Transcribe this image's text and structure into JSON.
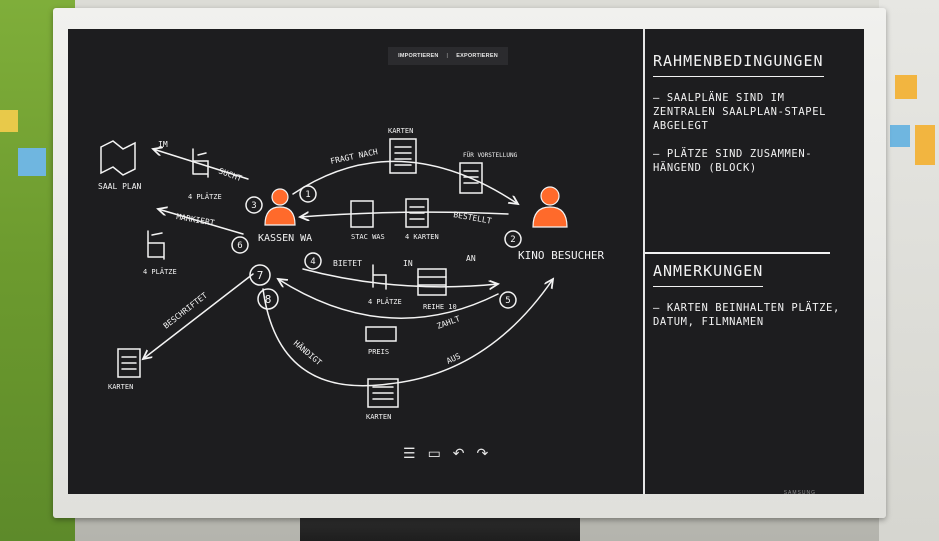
{
  "toolbar": {
    "import_label": "IMPORTIEREN",
    "separator": "|",
    "export_label": "EXPORTIEREN"
  },
  "diagram": {
    "actors": {
      "cashier": "KASSEN WA",
      "cinema_visitor": "KINO BESUCHER"
    },
    "objects": {
      "seating_plan": "SAAL PLAN",
      "chair_4_seats": "4 PLÄTZE",
      "chair_4_seats_left": "4 PLÄTZE",
      "tickets_top": "KARTEN",
      "for_showing": "FÜR VORSTELLUNG",
      "stack_tickets": "STAC WAS",
      "tickets_4": "4 KARTEN",
      "seats_4_center": "4 PLÄTZE",
      "row_10": "REIHE 10",
      "price": "PREIS",
      "tickets_bottom": "KARTEN",
      "tickets_left": "KARTEN"
    },
    "edges": [
      {
        "num": "1",
        "label": "FRAGT NACH"
      },
      {
        "num": "2",
        "label": "BESTELLT"
      },
      {
        "num": "3",
        "label": "SUCHT"
      },
      {
        "num": "4",
        "label": "BIETET"
      },
      {
        "num": "5",
        "label": "ZAHLT"
      },
      {
        "num": "6",
        "label": "MARKIERT"
      },
      {
        "num": "7",
        "label": "BESCHRIFTET"
      },
      {
        "num": "8",
        "label": "HÄNDIGT"
      }
    ],
    "words": {
      "im": "IM",
      "in": "IN",
      "an": "AN",
      "aus": "AUS"
    }
  },
  "sidebar": {
    "heading_conditions": "RAHMENBEDINGUNGEN",
    "condition_1": "– SAALPLÄNE SIND IM ZENTRALEN SAALPLAN-STAPEL ABGELEGT",
    "condition_2": "– PLÄTZE SIND ZUSAMMEN-HÄNGEND (BLOCK)",
    "heading_notes": "ANMERKUNGEN",
    "note_1": "– KARTEN BEINHALTEN PLÄTZE, DATUM, FILMNAMEN"
  },
  "bottom_toolbar": {
    "menu": "☰",
    "page": "▭",
    "undo": "↶",
    "redo": "↷"
  },
  "brand": "SAMSUNG",
  "colors": {
    "actor_orange": "#ff6a2b",
    "ink": "#f3f3f3",
    "board": "#1d1d1f"
  }
}
